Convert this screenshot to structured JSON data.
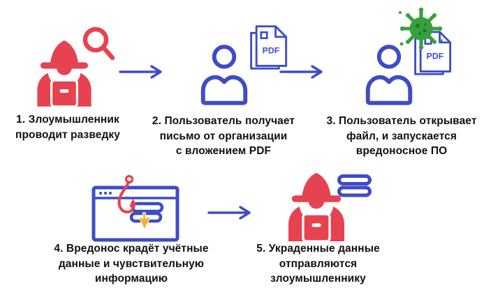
{
  "colors": {
    "red": "#e64250",
    "blue": "#3e4cc7",
    "green": "#35a03c",
    "green_dark": "#1b7a2a",
    "yellow": "#f0b429",
    "text": "#111111",
    "background": "#ffffff"
  },
  "steps": [
    {
      "caption": "1. Злоумышленник\nпроводит разведку"
    },
    {
      "caption": "2. Пользователь получает\nписьмо от организации\nс вложением PDF",
      "pdf_label": "PDF"
    },
    {
      "caption": "3. Пользователь открывает\nфайл, и запускается\nвредоносное ПО",
      "pdf_label": "PDF"
    },
    {
      "caption": "4. Вредонос крадёт учётные\nданные и чувствительную\nинформацию"
    },
    {
      "caption": "5. Украденные данные\nотправляются\nзлоумышленнику"
    }
  ]
}
